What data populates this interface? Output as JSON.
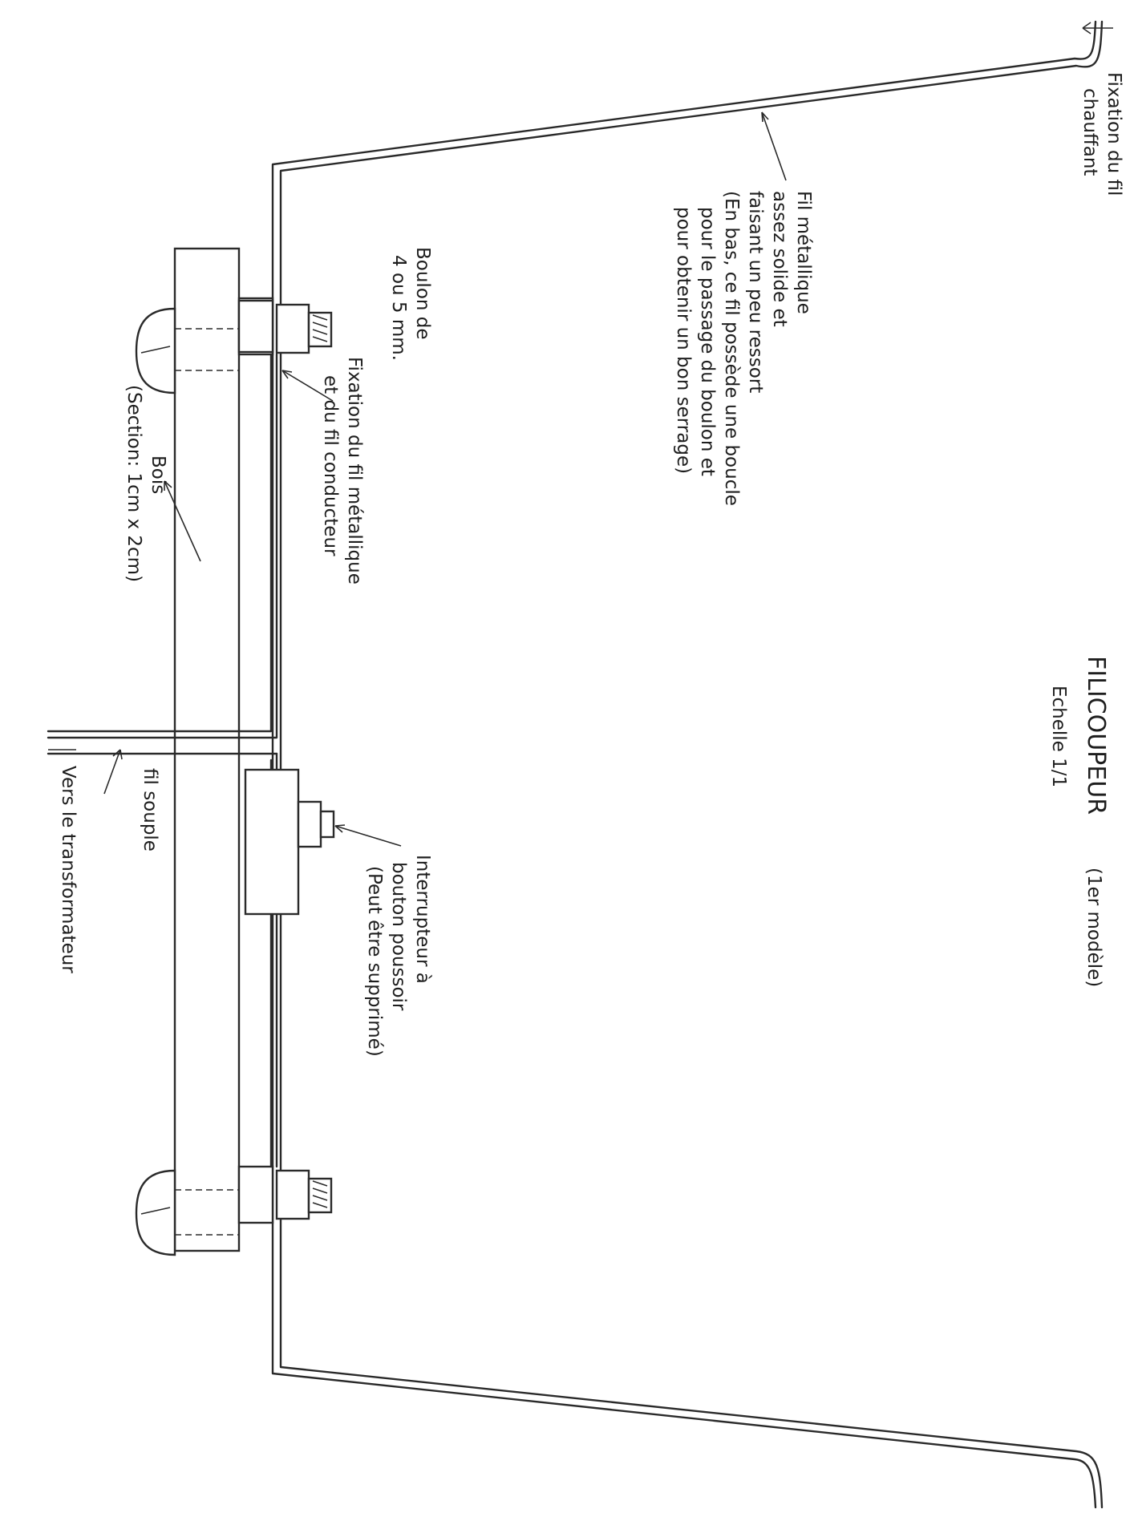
{
  "title": "FILICOUPEUR",
  "model": "(1er modèle)",
  "scale": "Echelle 1/1",
  "labels": {
    "fixation_chauffant_1": "Fixation du fil",
    "fixation_chauffant_2": "chauffant",
    "fil_metallique_1": "Fil métallique",
    "fil_metallique_2": "assez solide et",
    "fil_metallique_3": "faisant un peu ressort",
    "fil_metallique_4": "(En bas, ce fil possède une boucle",
    "fil_metallique_5": "pour le passage du boulon et",
    "fil_metallique_6": "pour obtenir un bon serrage)",
    "boulon_1": "Boulon de",
    "boulon_2": "4 ou 5 mm.",
    "fixation_conducteur_1": "Fixation du fil métallique",
    "fixation_conducteur_2": "et du fil conducteur",
    "bois_1": "Bois",
    "bois_2": "(Section: 1cm x 2cm)",
    "interrupteur_1": "Interrupteur à",
    "interrupteur_2": "bouton poussoir",
    "interrupteur_3": "(Peut être supprimé)",
    "fil_souple": "fil souple",
    "transformateur": "Vers le transformateur"
  }
}
